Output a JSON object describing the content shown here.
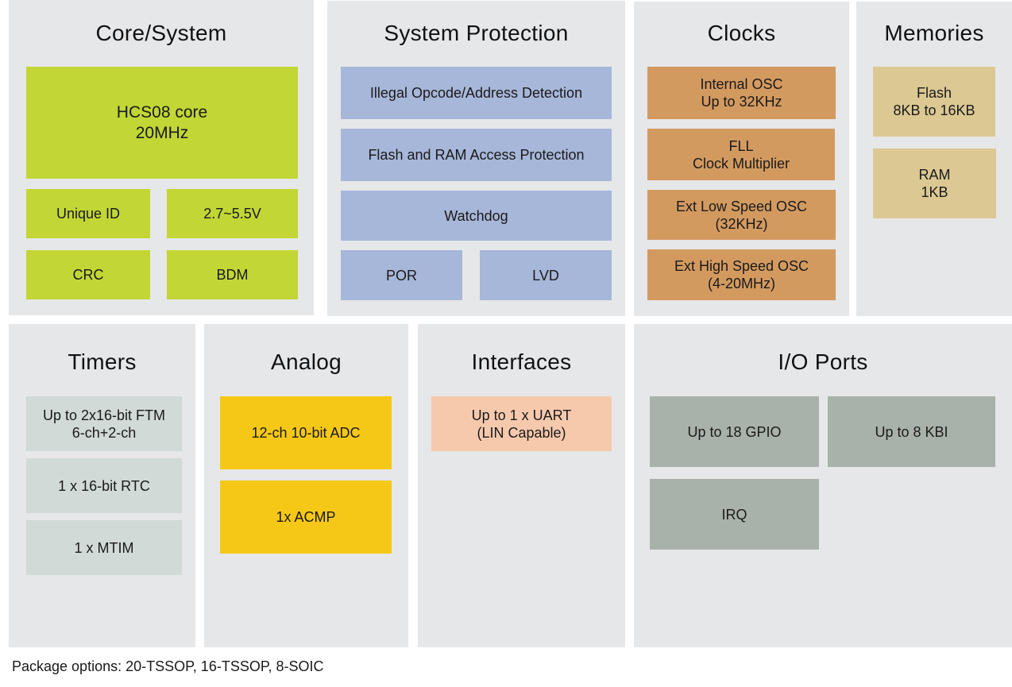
{
  "panels": {
    "core": {
      "title": "Core/System",
      "blocks": [
        "HCS08 core",
        "20MHz",
        "Unique ID",
        "2.7~5.5V",
        "CRC",
        "BDM"
      ]
    },
    "protection": {
      "title": "System Protection",
      "blocks": [
        "Illegal Opcode/Address Detection",
        "Flash and RAM Access Protection",
        "Watchdog",
        "POR",
        "LVD"
      ]
    },
    "clocks": {
      "title": "Clocks",
      "blocks": [
        "Internal OSC\nUp to 32KHz",
        "FLL\nClock Multiplier",
        "Ext Low Speed OSC\n(32KHz)",
        "Ext High Speed OSC\n(4-20MHz)"
      ]
    },
    "memories": {
      "title": "Memories",
      "blocks": [
        "Flash\n8KB to 16KB",
        "RAM\n1KB"
      ]
    },
    "timers": {
      "title": "Timers",
      "blocks": [
        "Up to 2x16-bit FTM\n6-ch+2-ch",
        "1 x 16-bit RTC",
        "1 x MTIM"
      ]
    },
    "analog": {
      "title": "Analog",
      "blocks": [
        "12-ch 10-bit ADC",
        "1x ACMP"
      ]
    },
    "interfaces": {
      "title": "Interfaces",
      "blocks": [
        "Up to 1 x UART\n(LIN Capable)"
      ]
    },
    "io": {
      "title": "I/O Ports",
      "blocks": [
        "Up to 18 GPIO",
        "Up to 8 KBI",
        "IRQ"
      ]
    }
  },
  "colors": {
    "panel_bg": "#e6e7e9",
    "core": "#c2d636",
    "protection": "#a7b7d9",
    "clocks": "#d39a60",
    "memories": "#dcc893",
    "timers": "#d1dad6",
    "analog": "#f5c818",
    "interfaces": "#f6c9ad",
    "io": "#a9b2aa"
  },
  "footer": "Package options: 20-TSSOP, 16-TSSOP, 8-SOIC"
}
